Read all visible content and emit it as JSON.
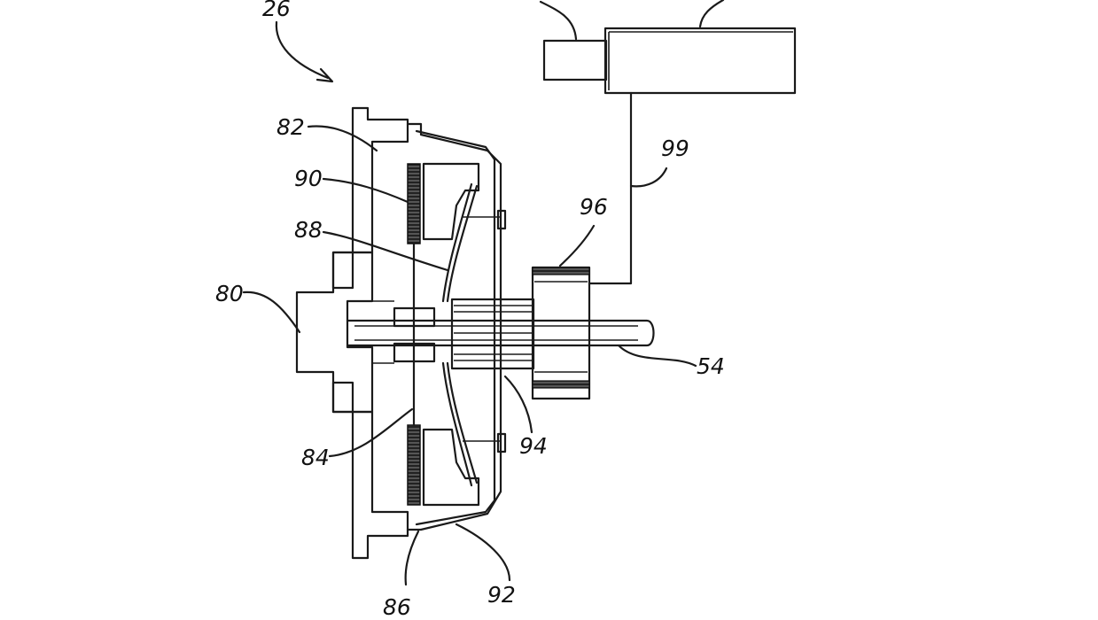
{
  "figure": {
    "labels": {
      "ref_26": "26",
      "ref_82": "82",
      "ref_90": "90",
      "ref_88": "88",
      "ref_80": "80",
      "ref_84": "84",
      "ref_86": "86",
      "ref_92": "92",
      "ref_94": "94",
      "ref_96": "96",
      "ref_99": "99",
      "ref_54": "54"
    }
  }
}
